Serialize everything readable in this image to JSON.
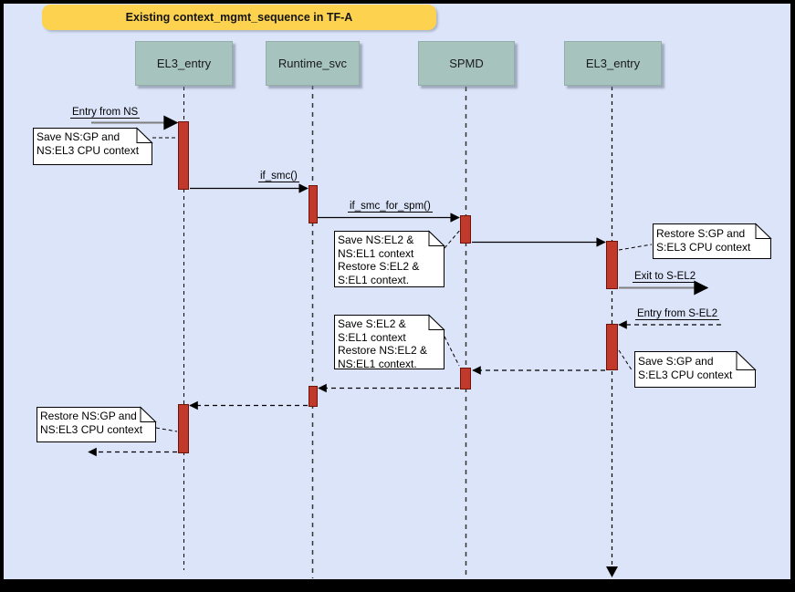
{
  "title": "Existing context_mgmt_sequence in TF-A",
  "lifelines": [
    {
      "label": "EL3_entry"
    },
    {
      "label": "Runtime_svc"
    },
    {
      "label": "SPMD"
    },
    {
      "label": "EL3_entry"
    }
  ],
  "messages": {
    "entry_from_ns": "Entry from NS",
    "if_smc": "if_smc()",
    "if_smc_for_spm": "if_smc_for_spm()",
    "exit_to_s_el2": "Exit to S-EL2",
    "entry_from_s_el2": "Entry from S-EL2"
  },
  "notes": {
    "save_ns_gp": "Save NS:GP and\nNS:EL3 CPU context",
    "save_ns_el2": "Save NS:EL2 &\nNS:EL1 context\nRestore S:EL2 &\nS:EL1 context.",
    "restore_s_gp": "Restore S:GP and\nS:EL3 CPU context",
    "save_s_gp": "Save S:GP and\nS:EL3 CPU context",
    "save_s_el2": "Save S:EL2 &\nS:EL1 context\nRestore NS:EL2 &\nNS:EL1 context.",
    "restore_ns_gp": "Restore NS:GP and\nNS:EL3 CPU context"
  },
  "colors": {
    "canvas_background": "#dbe4f9",
    "frame_border": "#000000",
    "title_fill": "#fcd24f",
    "lifeline_head_fill": "#a6c3bd",
    "activation_fill": "#c1392b",
    "activation_border": "#6e130a",
    "note_fill": "#ffffff",
    "external_message_line": "#7d7d7d",
    "message_line": "#000000"
  }
}
